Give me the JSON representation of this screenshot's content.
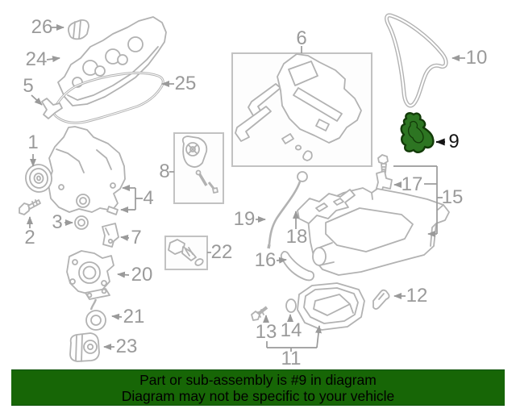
{
  "diagram": {
    "highlighted_part": "9",
    "highlight_fill": "#2d7522",
    "highlight_outline": "#123a08",
    "line_color": "#b2b2b2",
    "label_color": "#9a9a9a",
    "callouts": [
      {
        "label": "1"
      },
      {
        "label": "2"
      },
      {
        "label": "3"
      },
      {
        "label": "4"
      },
      {
        "label": "5"
      },
      {
        "label": "6"
      },
      {
        "label": "7"
      },
      {
        "label": "8"
      },
      {
        "label": "9"
      },
      {
        "label": "10"
      },
      {
        "label": "11"
      },
      {
        "label": "12"
      },
      {
        "label": "13"
      },
      {
        "label": "14"
      },
      {
        "label": "15"
      },
      {
        "label": "16"
      },
      {
        "label": "17"
      },
      {
        "label": "18"
      },
      {
        "label": "19"
      },
      {
        "label": "20"
      },
      {
        "label": "21"
      },
      {
        "label": "22"
      },
      {
        "label": "23"
      },
      {
        "label": "24"
      },
      {
        "label": "25"
      },
      {
        "label": "26"
      }
    ]
  },
  "banner": {
    "line1": "Part or sub-assembly is #9 in diagram",
    "line2": "Diagram may not be specific to your vehicle",
    "background_color": "#176606",
    "text_color": "#000000"
  }
}
